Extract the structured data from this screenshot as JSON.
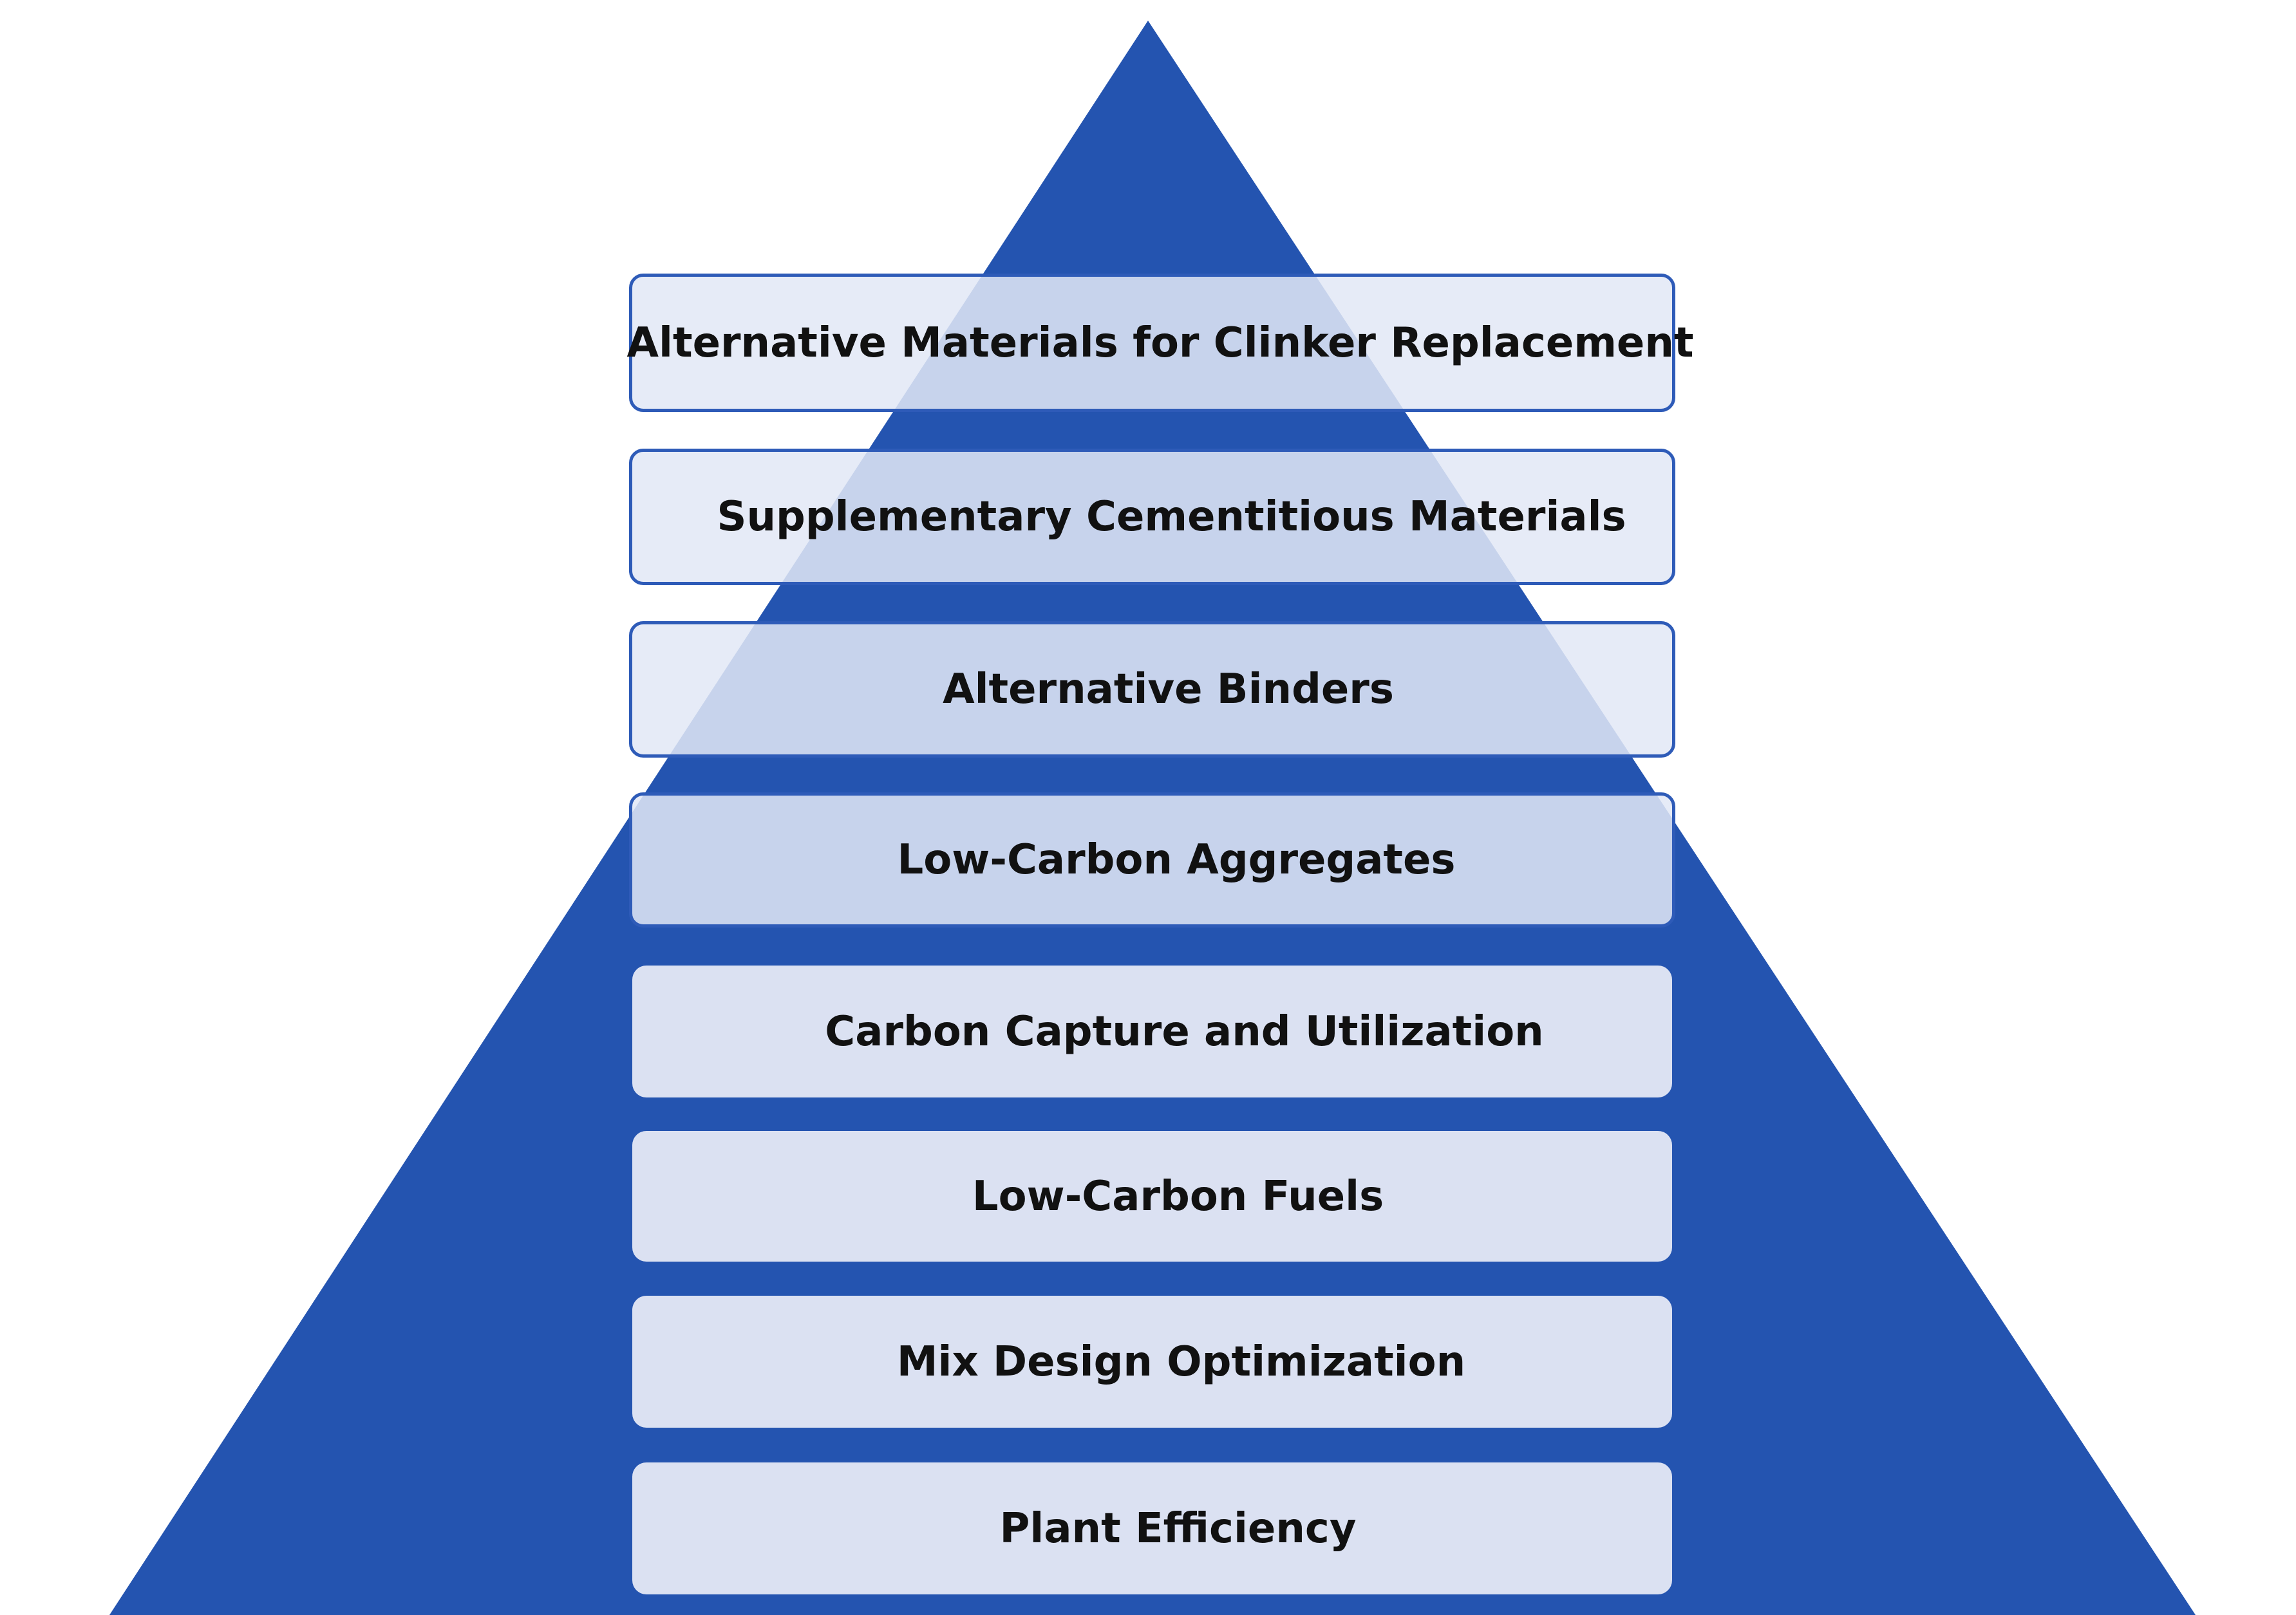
{
  "colors": {
    "pyramid_fill": "#2454b0",
    "tier_fill": "#dbe1f2",
    "tier_border": "#2e5bb8",
    "text": "#111111"
  },
  "tiers": [
    {
      "label": "Alternative Materials for Clinker Replacement"
    },
    {
      "label": "Supplementary Cementitious Materials"
    },
    {
      "label": "Alternative Binders"
    },
    {
      "label": "Low-Carbon Aggregates"
    },
    {
      "label": "Carbon Capture and Utilization"
    },
    {
      "label": "Low-Carbon Fuels"
    },
    {
      "label": "Mix Design Optimization"
    },
    {
      "label": "Plant Efficiency"
    }
  ]
}
